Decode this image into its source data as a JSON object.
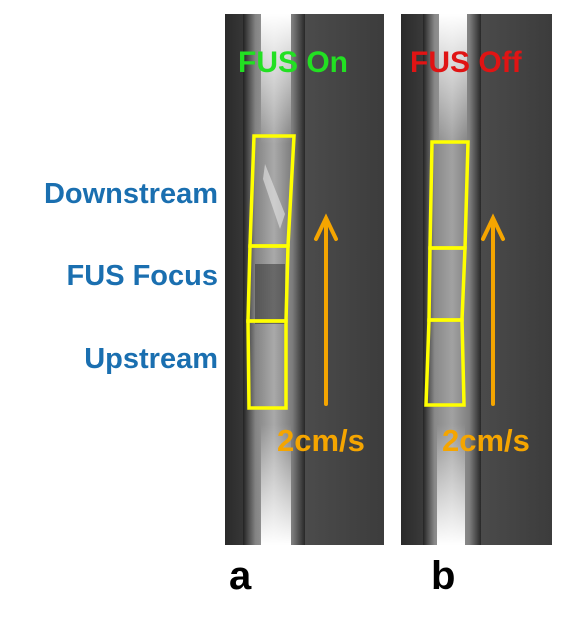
{
  "labels": {
    "downstream": "Downstream",
    "focus": "FUS Focus",
    "upstream": "Upstream"
  },
  "panels": [
    {
      "letter": "a",
      "status": "FUS On",
      "status_color": "#22e022",
      "flow_speed": "2cm/s"
    },
    {
      "letter": "b",
      "status": "FUS Off",
      "status_color": "#e01414",
      "flow_speed": "2cm/s"
    }
  ],
  "colors": {
    "region_box": "#ffff00",
    "arrow": "#f5a500",
    "label": "#1a6fb0"
  }
}
